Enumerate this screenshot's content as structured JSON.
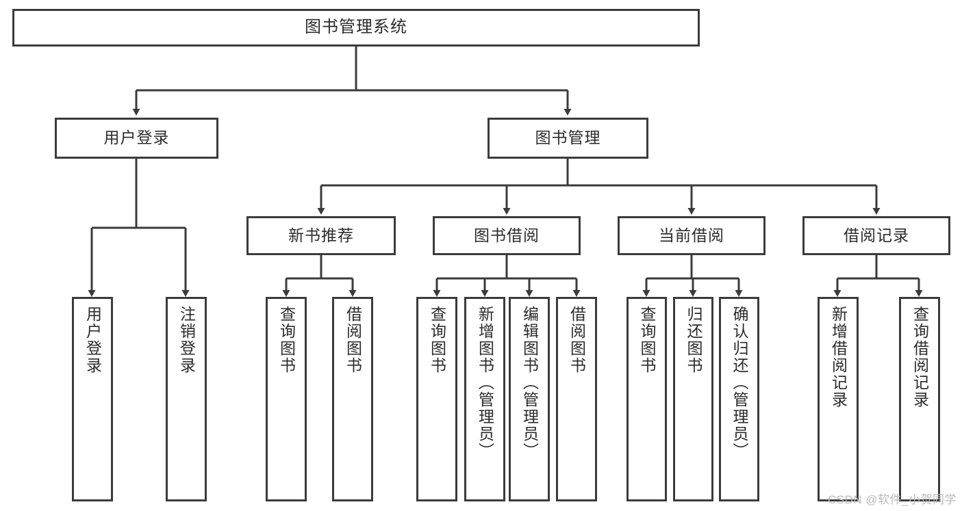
{
  "diagram": {
    "type": "tree-hierarchy",
    "title": "图书管理系统",
    "root": {
      "id": "root",
      "label": "图书管理系统"
    },
    "level2": [
      {
        "id": "user-login",
        "label": "用户登录"
      },
      {
        "id": "book-management",
        "label": "图书管理"
      }
    ],
    "level3": [
      {
        "id": "new-book-recommend",
        "label": "新书推荐",
        "parent": "book-management"
      },
      {
        "id": "book-borrow",
        "label": "图书借阅",
        "parent": "book-management"
      },
      {
        "id": "current-borrow",
        "label": "当前借阅",
        "parent": "book-management"
      },
      {
        "id": "borrow-record",
        "label": "借阅记录",
        "parent": "book-management"
      }
    ],
    "leaves": [
      {
        "id": "leaf-user-login",
        "label": "用户登录",
        "parent": "user-login"
      },
      {
        "id": "leaf-logout-login",
        "label": "注销登录",
        "parent": "user-login"
      },
      {
        "id": "leaf-query-book-1",
        "label": "查询图书",
        "parent": "new-book-recommend"
      },
      {
        "id": "leaf-borrow-book-1",
        "label": "借阅图书",
        "parent": "new-book-recommend"
      },
      {
        "id": "leaf-query-book-2",
        "label": "查询图书",
        "parent": "book-borrow"
      },
      {
        "id": "leaf-add-book",
        "label": "新增图书（管理员）",
        "parent": "book-borrow"
      },
      {
        "id": "leaf-edit-book",
        "label": "编辑图书（管理员）",
        "parent": "book-borrow"
      },
      {
        "id": "leaf-borrow-book-2",
        "label": "借阅图书",
        "parent": "book-borrow"
      },
      {
        "id": "leaf-query-book-3",
        "label": "查询图书",
        "parent": "current-borrow"
      },
      {
        "id": "leaf-return-book",
        "label": "归还图书",
        "parent": "current-borrow"
      },
      {
        "id": "leaf-confirm-return",
        "label": "确认归还（管理员）",
        "parent": "current-borrow"
      },
      {
        "id": "leaf-add-record",
        "label": "新增借阅记录",
        "parent": "borrow-record"
      },
      {
        "id": "leaf-query-record",
        "label": "查询借阅记录",
        "parent": "borrow-record"
      }
    ],
    "watermark": "CSDN @软件_小贺同学",
    "colors": {
      "stroke": "#3b3b3b",
      "text": "#2b2b2b",
      "background": "#ffffff",
      "watermark": "#b9b9b9"
    }
  }
}
